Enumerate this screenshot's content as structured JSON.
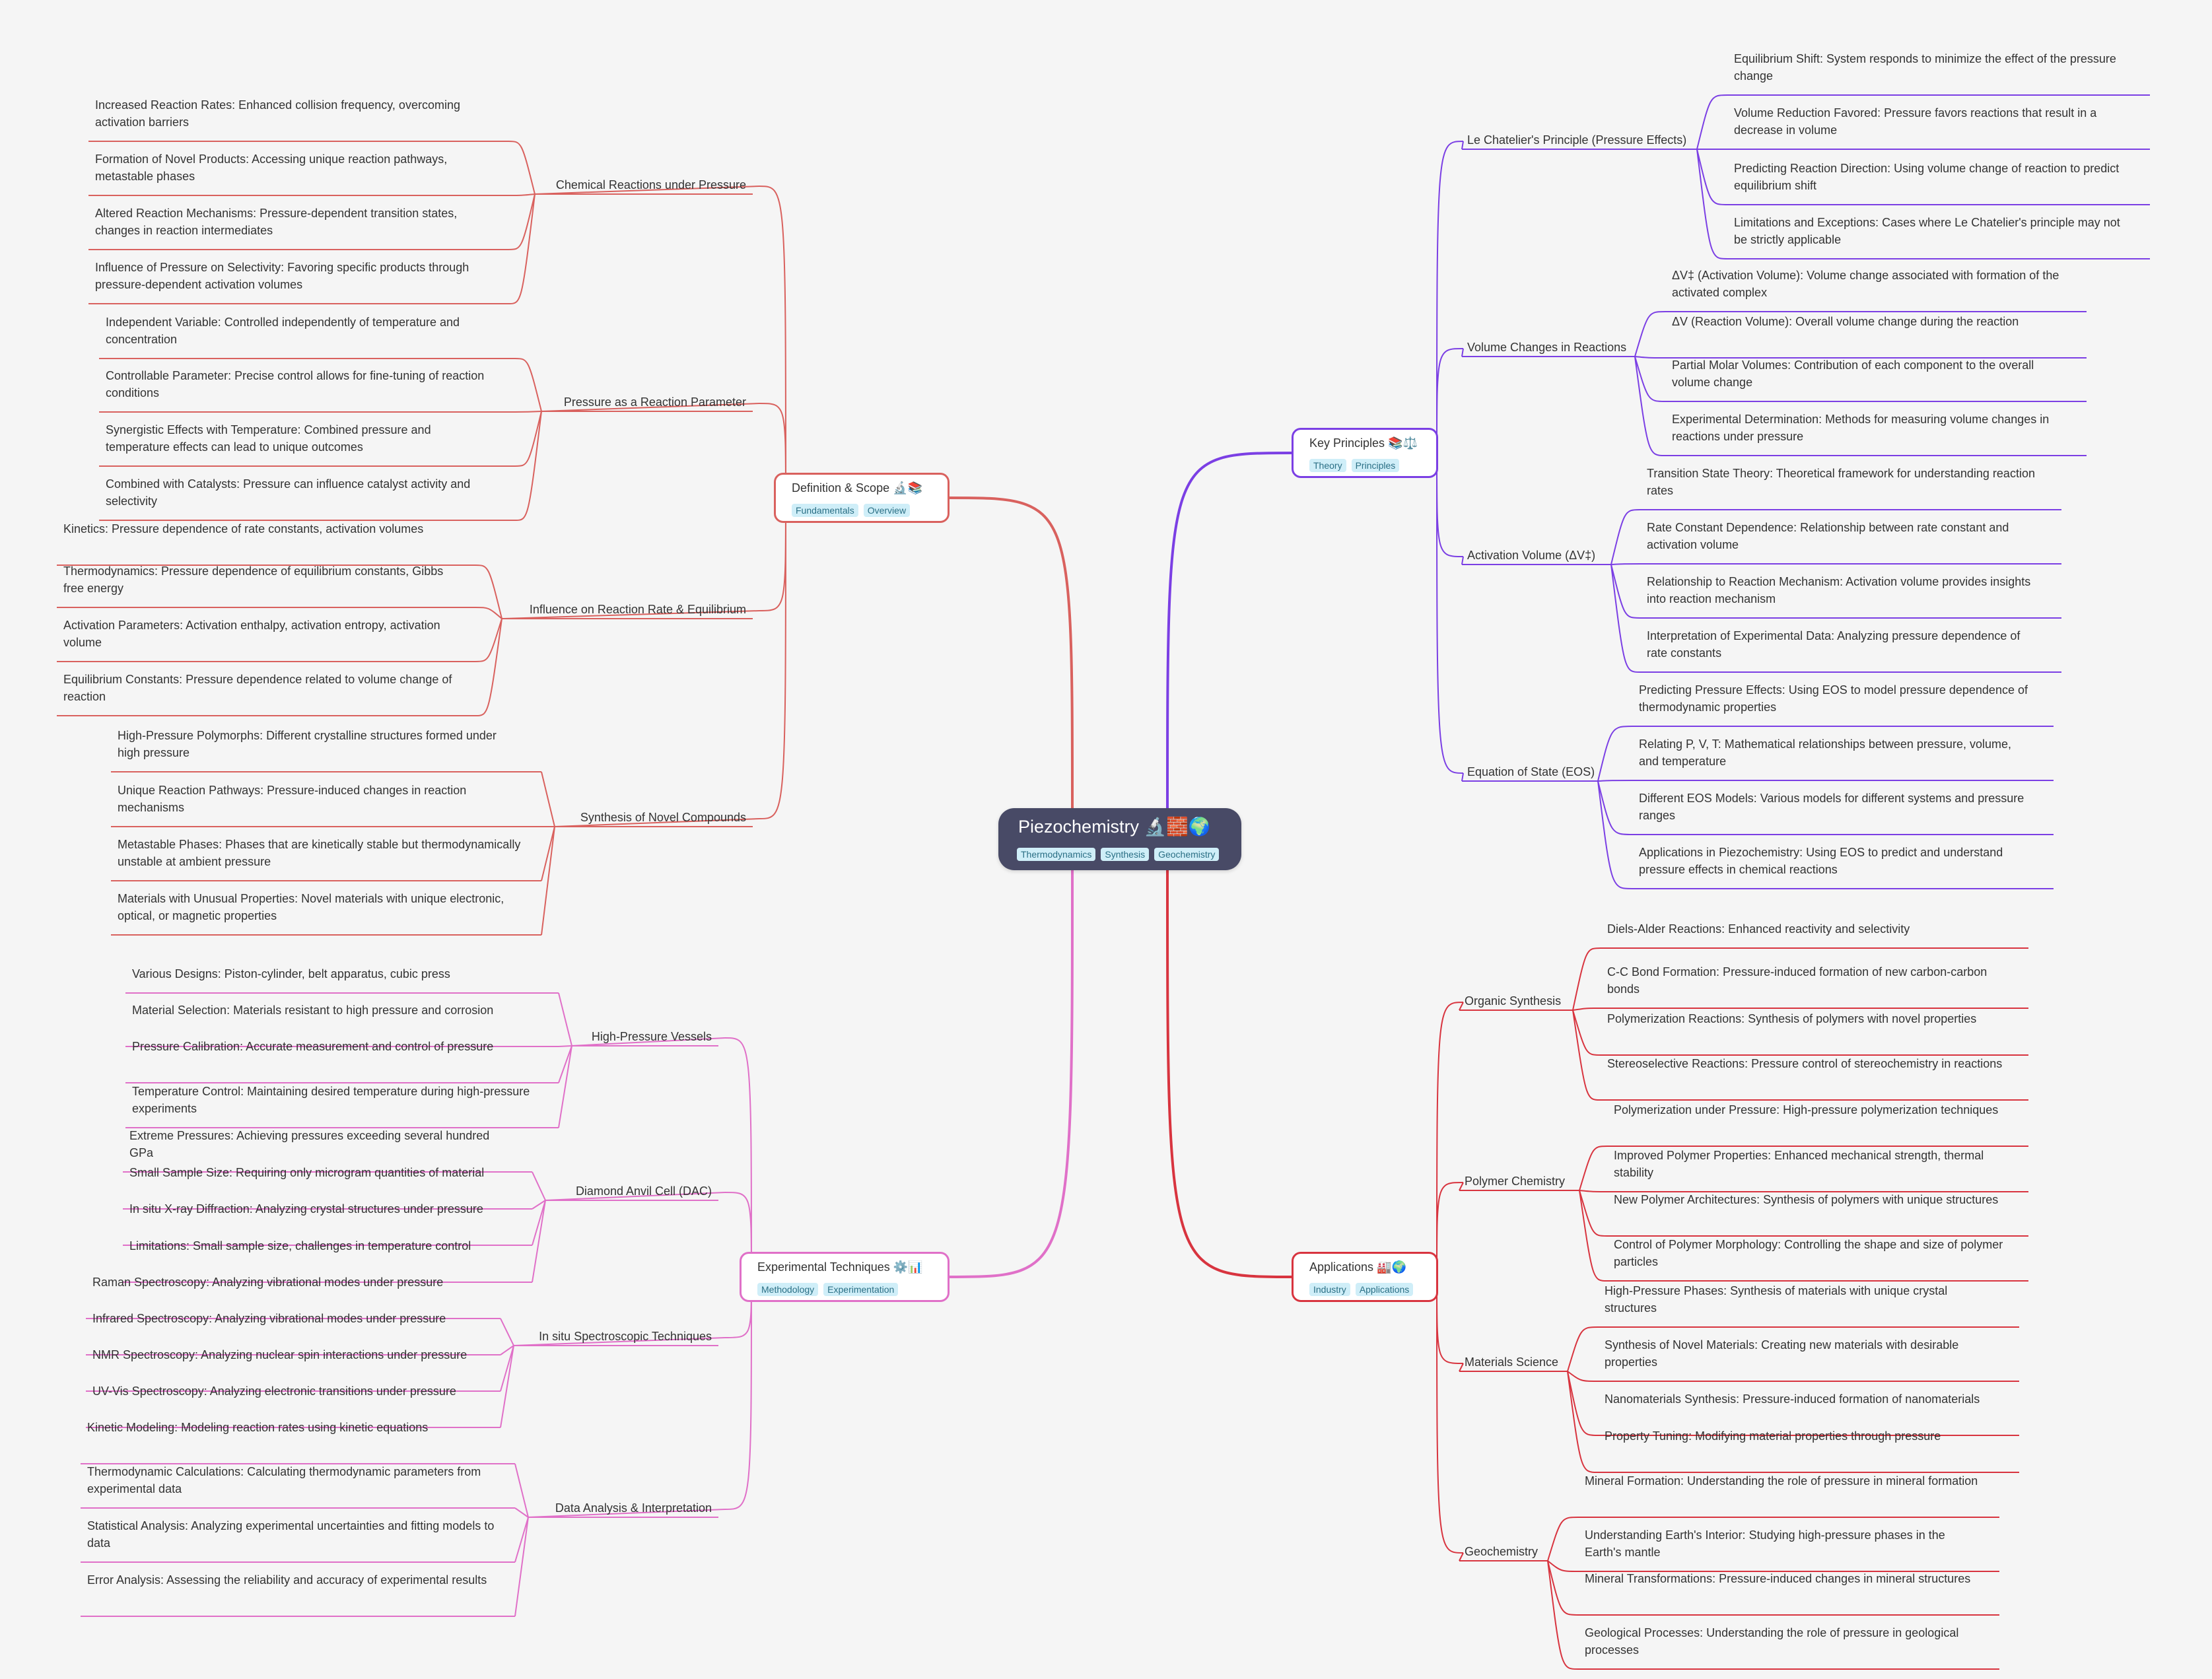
{
  "root": {
    "title": "Piezochemistry 🔬🧱🌍",
    "tags": [
      "Thermodynamics",
      "Synthesis",
      "Geochemistry"
    ]
  },
  "branches": [
    {
      "id": "definition",
      "title": "Definition & Scope 🔬📚",
      "tags": [
        "Fundamentals",
        "Overview"
      ],
      "color": "#d9615e",
      "side": "left",
      "subs": [
        {
          "title": "Chemical Reactions under Pressure",
          "leaves": [
            "Increased Reaction Rates: Enhanced collision frequency, overcoming activation barriers",
            "Formation of Novel Products: Accessing unique reaction pathways, metastable phases",
            "Altered Reaction Mechanisms: Pressure-dependent transition states, changes in reaction intermediates",
            "Influence of Pressure on Selectivity: Favoring specific products through pressure-dependent activation volumes"
          ]
        },
        {
          "title": "Pressure as a Reaction Parameter",
          "leaves": [
            "Independent Variable: Controlled independently of temperature and concentration",
            "Controllable Parameter: Precise control allows for fine-tuning of reaction conditions",
            "Synergistic Effects with Temperature: Combined pressure and temperature effects can lead to unique outcomes",
            "Combined with Catalysts: Pressure can influence catalyst activity and selectivity"
          ]
        },
        {
          "title": "Influence on Reaction Rate & Equilibrium",
          "leaves": [
            "Kinetics: Pressure dependence of rate constants, activation volumes",
            "Thermodynamics: Pressure dependence of equilibrium constants, Gibbs free energy",
            "Activation Parameters: Activation enthalpy, activation entropy, activation volume",
            "Equilibrium Constants: Pressure dependence related to volume change of reaction"
          ]
        },
        {
          "title": "Synthesis of Novel Compounds",
          "leaves": [
            "High-Pressure Polymorphs: Different crystalline structures formed under high pressure",
            "Unique Reaction Pathways: Pressure-induced changes in reaction mechanisms",
            "Metastable Phases: Phases that are kinetically stable but thermodynamically unstable at ambient pressure",
            "Materials with Unusual Properties: Novel materials with unique electronic, optical, or magnetic properties"
          ]
        }
      ]
    },
    {
      "id": "experimental",
      "title": "Experimental Techniques ⚙️📊",
      "tags": [
        "Methodology",
        "Experimentation"
      ],
      "color": "#e070c8",
      "side": "left",
      "subs": [
        {
          "title": "High-Pressure Vessels",
          "leaves": [
            "Various Designs: Piston-cylinder, belt apparatus, cubic press",
            "Material Selection:  Materials resistant to high pressure and corrosion",
            "Pressure Calibration: Accurate measurement and control of pressure",
            "Temperature Control: Maintaining desired temperature during high-pressure experiments"
          ]
        },
        {
          "title": "Diamond Anvil Cell (DAC)",
          "leaves": [
            "Extreme Pressures: Achieving pressures exceeding several hundred GPa",
            "Small Sample Size: Requiring only microgram quantities of material",
            "In situ X-ray Diffraction:  Analyzing crystal structures under pressure",
            "Limitations:  Small sample size, challenges in temperature control"
          ]
        },
        {
          "title": "In situ Spectroscopic Techniques",
          "leaves": [
            "Raman Spectroscopy:  Analyzing vibrational modes under pressure",
            "Infrared Spectroscopy: Analyzing vibrational modes under pressure",
            "NMR Spectroscopy: Analyzing nuclear spin interactions under pressure",
            "UV-Vis Spectroscopy: Analyzing electronic transitions under pressure"
          ]
        },
        {
          "title": "Data Analysis & Interpretation",
          "leaves": [
            "Kinetic Modeling:  Modeling reaction rates using kinetic equations",
            "Thermodynamic Calculations:  Calculating thermodynamic parameters from experimental data",
            "Statistical Analysis:  Analyzing experimental uncertainties and fitting models to data",
            "Error Analysis:  Assessing the reliability and accuracy of experimental results"
          ]
        }
      ]
    },
    {
      "id": "principles",
      "title": "Key Principles 📚⚖️",
      "tags": [
        "Theory",
        "Principles"
      ],
      "color": "#7b3fe4",
      "side": "right",
      "subs": [
        {
          "title": "Le Chatelier's Principle (Pressure Effects)",
          "leaves": [
            "Equilibrium Shift: System responds to minimize the effect of the pressure change",
            "Volume Reduction Favored: Pressure favors reactions that result in a decrease in volume",
            "Predicting Reaction Direction: Using volume change of reaction to predict equilibrium shift",
            "Limitations and Exceptions:  Cases where Le Chatelier's principle may not be strictly applicable"
          ]
        },
        {
          "title": "Volume Changes in Reactions",
          "leaves": [
            "ΔV‡ (Activation Volume): Volume change associated with formation of the activated complex",
            "ΔV (Reaction Volume): Overall volume change during the reaction",
            "Partial Molar Volumes: Contribution of each component to the overall volume change",
            "Experimental Determination: Methods for measuring volume changes in reactions under pressure"
          ]
        },
        {
          "title": "Activation Volume (ΔV‡)",
          "leaves": [
            "Transition State Theory: Theoretical framework for understanding reaction rates",
            "Rate Constant Dependence: Relationship between rate constant and activation volume",
            "Relationship to Reaction Mechanism:  Activation volume provides insights into reaction mechanism",
            "Interpretation of Experimental Data: Analyzing pressure dependence of rate constants"
          ]
        },
        {
          "title": "Equation of State (EOS)",
          "leaves": [
            "Predicting Pressure Effects: Using EOS to model pressure dependence of thermodynamic properties",
            "Relating P, V, T:  Mathematical relationships between pressure, volume, and temperature",
            "Different EOS Models: Various models for different systems and pressure ranges",
            "Applications in Piezochemistry:  Using EOS to predict and understand pressure effects in chemical reactions"
          ]
        }
      ]
    },
    {
      "id": "applications",
      "title": "Applications 🏭🌍",
      "tags": [
        "Industry",
        "Applications"
      ],
      "color": "#d8343f",
      "side": "right",
      "subs": [
        {
          "title": "Organic Synthesis",
          "leaves": [
            "Diels-Alder Reactions: Enhanced reactivity and selectivity",
            "C-C Bond Formation:  Pressure-induced formation of new carbon-carbon bonds",
            "Polymerization Reactions:  Synthesis of polymers with novel properties",
            "Stereoselective Reactions:  Pressure control of stereochemistry in reactions"
          ]
        },
        {
          "title": "Polymer Chemistry",
          "leaves": [
            "Polymerization under Pressure:  High-pressure polymerization techniques",
            "Improved Polymer Properties: Enhanced mechanical strength, thermal stability",
            "New Polymer Architectures:  Synthesis of polymers with unique structures",
            "Control of Polymer Morphology:  Controlling the shape and size of polymer particles"
          ]
        },
        {
          "title": "Materials Science",
          "leaves": [
            "High-Pressure Phases:  Synthesis of materials with unique crystal structures",
            "Synthesis of Novel Materials:  Creating new materials with desirable properties",
            "Nanomaterials Synthesis:  Pressure-induced formation of nanomaterials",
            "Property Tuning:  Modifying material properties through pressure"
          ]
        },
        {
          "title": "Geochemistry",
          "leaves": [
            "Mineral Formation:  Understanding the role of pressure in mineral formation",
            "Understanding Earth's Interior:  Studying high-pressure phases in the Earth's mantle",
            "Mineral Transformations:  Pressure-induced changes in mineral structures",
            "Geological Processes:  Understanding the role of pressure in geological processes"
          ]
        }
      ]
    }
  ]
}
